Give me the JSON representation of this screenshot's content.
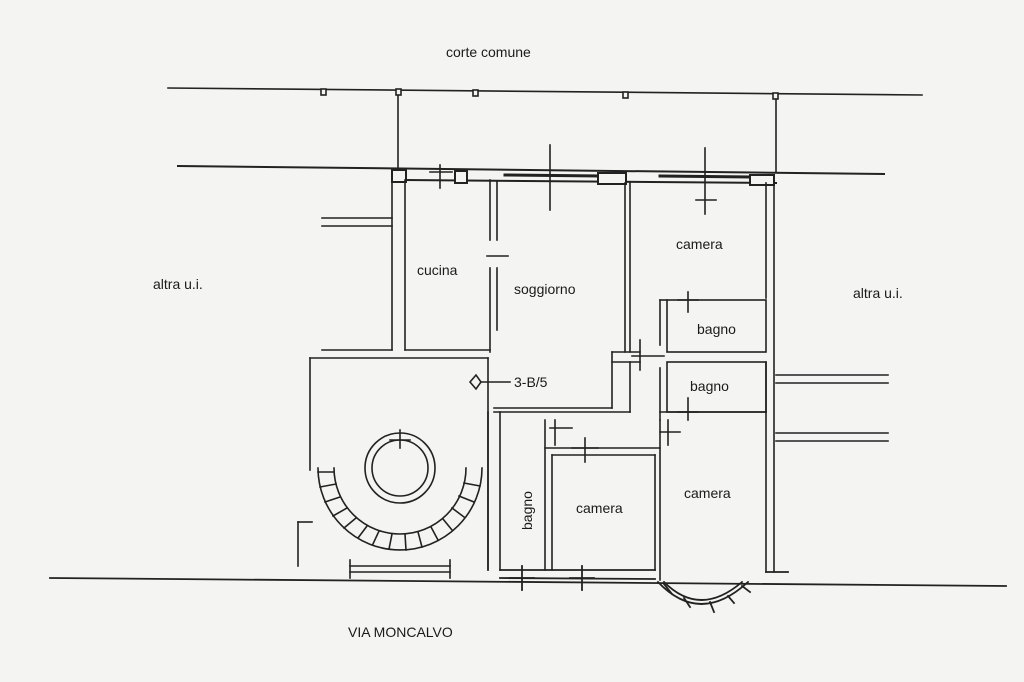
{
  "labels": {
    "corte": "corte comune",
    "altra_left": "altra u.i.",
    "altra_right": "altra u.i.",
    "cucina": "cucina",
    "soggiorno": "soggiorno",
    "camera_top": "camera",
    "bagno_top": "bagno",
    "bagno_mid": "bagno",
    "bagno_left": "bagno",
    "camera_mid": "camera",
    "camera_right": "camera",
    "unit": "3-B/5",
    "street": "VIA MONCALVO"
  },
  "colors": {
    "ink": "#222222",
    "paper": "#f4f4f2"
  }
}
